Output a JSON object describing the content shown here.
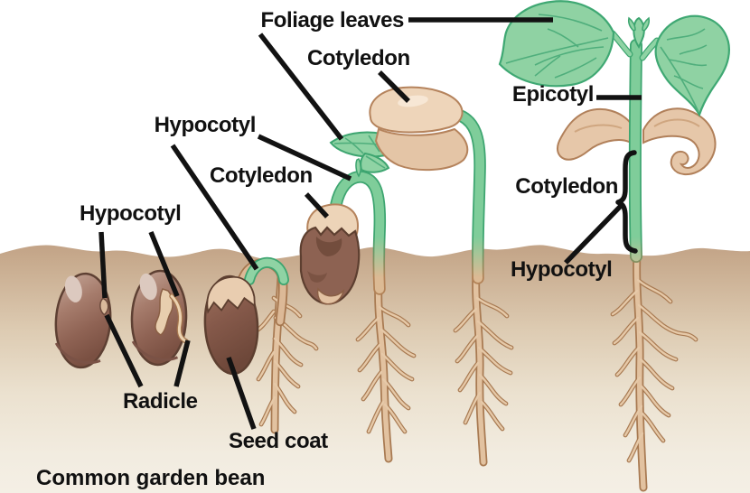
{
  "figure": {
    "caption": "Common garden bean",
    "labels": {
      "foliage_leaves": "Foliage leaves",
      "cotyledon_top": "Cotyledon",
      "epicotyl": "Epicotyl",
      "hypocotyl_upper": "Hypocotyl",
      "cotyledon_middle": "Cotyledon",
      "hypocotyl_seeds": "Hypocotyl",
      "cotyledon_right": "Cotyledon",
      "hypocotyl_right": "Hypocotyl",
      "radicle": "Radicle",
      "seed_coat": "Seed coat"
    },
    "palette": {
      "background": "#ffffff",
      "soil_tan": "#c2a387",
      "leaf_green": "#8fd2a3",
      "stem_green": "#7fcd9a",
      "green_outline": "#3da570",
      "seed_brown": "#9a6e5e",
      "seed_coat_brown": "#8d6252",
      "cotyledon_tan": "#ead0b5",
      "root_tan": "#e6c9a8",
      "label_color": "#111111"
    }
  }
}
